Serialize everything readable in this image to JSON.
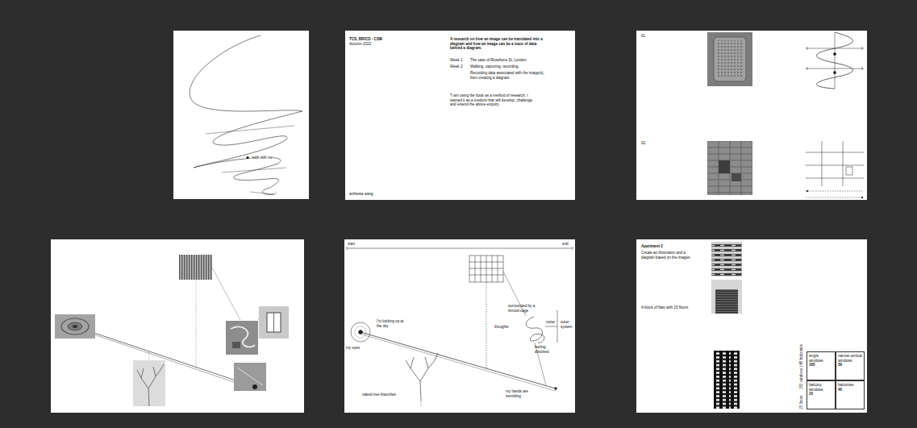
{
  "diagram": {
    "nodes": [
      {
        "text": [
          "walk with me"
        ]
      },
      {
        "text": [
          "TCS, BRICO - CSM",
          "Autumn 2022",
          "A research on how an image can be translated into a diagram and how an image can be a trace of data behind a diagram.",
          "Week 1",
          "The case of Rosebone St, London",
          "Week 2",
          "Walking, capturing, recording.",
          "Recording data associated with the image(s), then creating a diagram.",
          "*I am using the book as a method of research. I wanted it as a medium that will develop, challenge and extend the above enquiry.",
          "anthesia wang"
        ]
      },
      {
        "text": [
          "01",
          "02"
        ]
      },
      {
        "text": [
          "start",
          "end",
          "I'm looking up at the sky",
          "my eyes",
          "surrounded by a fenced cage",
          "thoughts",
          "feeling distorted",
          "noise",
          "outer system",
          "naked tree branches",
          "my hands are trembling"
        ]
      },
      {
        "text": [
          "Apartment 2",
          "Create an illustration and a diagram based on the images",
          "A block of flats with 15 floors.",
          "150 windows | 45 balconies",
          "15 floors"
        ]
      },
      {
        "text": [
          "single windows",
          "105"
        ],
        "in": 4
      },
      {
        "text": [
          "narrow vertical windows",
          "30"
        ],
        "in": 4
      },
      {
        "text": [
          "balcony windows",
          "15"
        ],
        "in": 4
      },
      {
        "text": [
          "balconies",
          "45"
        ],
        "in": 4
      }
    ]
  }
}
